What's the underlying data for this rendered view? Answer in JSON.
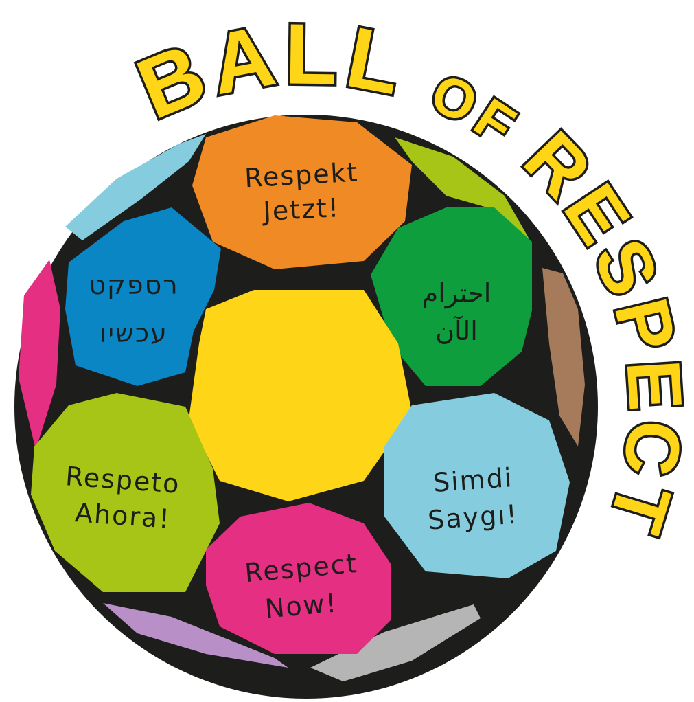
{
  "logo": {
    "title_main": "BALL ",
    "title_of": "OF ",
    "title_end": "RESPECT"
  },
  "patches": {
    "german": {
      "line1": "Respekt",
      "line2": "Jetzt!"
    },
    "hebrew": {
      "line1": "רספקט",
      "line2": "עכשיו"
    },
    "arabic": {
      "line1": "احترام",
      "line2": "الآن"
    },
    "spanish": {
      "line1": "Respeto",
      "line2": "Ahora!"
    },
    "turkish": {
      "line1": "Simdi",
      "line2": "Saygı!"
    },
    "english": {
      "line1": "Respect",
      "line2": "Now!"
    }
  },
  "colors": {
    "outline": "#1d1d1b",
    "yellow": "#FFD617",
    "orange": "#F08A24",
    "blue": "#0A86C4",
    "green": "#0E9E3D",
    "lime": "#A6C516",
    "light_blue": "#86CCDF",
    "pink": "#E52F82",
    "brown": "#A67B5B",
    "purple": "#B88FC6",
    "gray": "#B5B5B5"
  }
}
